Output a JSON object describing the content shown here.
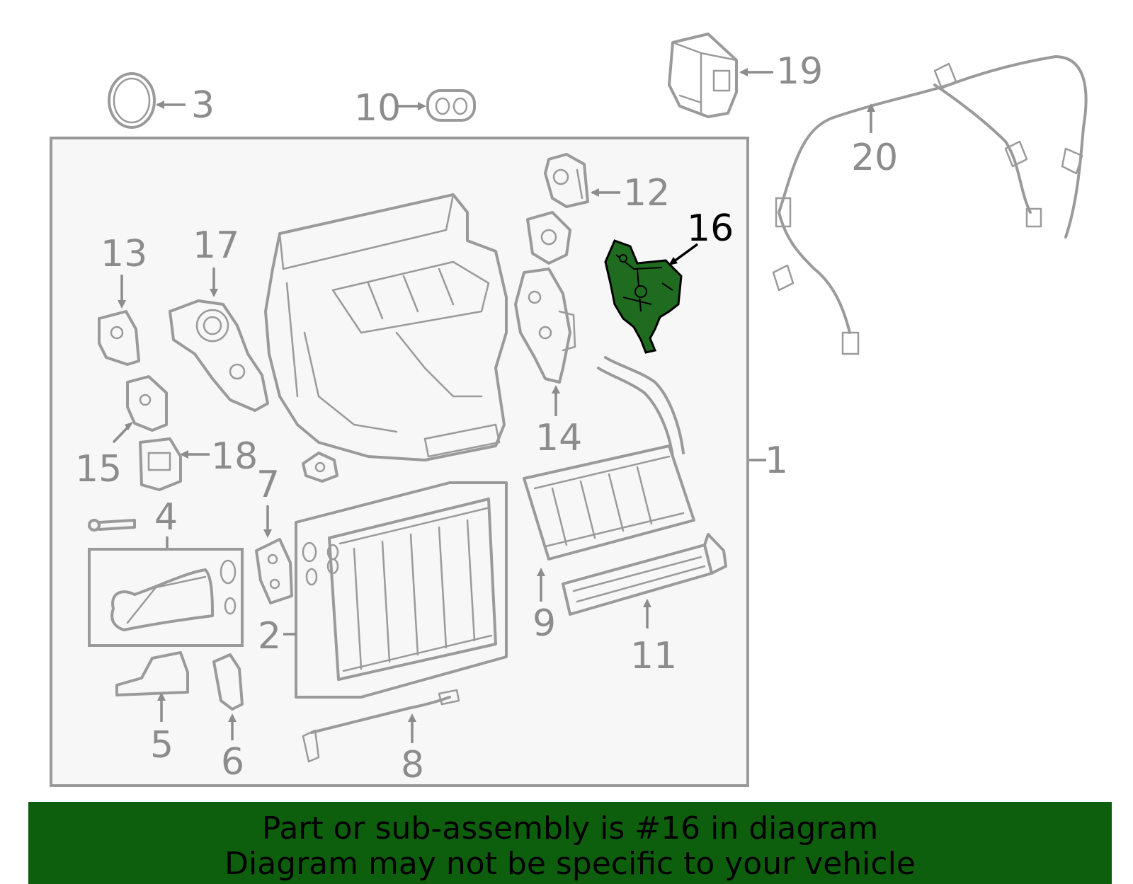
{
  "callouts": {
    "c1": "1",
    "c2": "2",
    "c3": "3",
    "c4": "4",
    "c5": "5",
    "c6": "6",
    "c7": "7",
    "c8": "8",
    "c9": "9",
    "c10": "10",
    "c11": "11",
    "c12": "12",
    "c13": "13",
    "c14": "14",
    "c15": "15",
    "c16": "16",
    "c17": "17",
    "c18": "18",
    "c19": "19",
    "c20": "20"
  },
  "highlighted_part": "16",
  "colors": {
    "highlight": "#1f6b1f",
    "banner": "#0d5f0d",
    "line": "#9a9a9a",
    "panel": "#f7f7f7"
  },
  "banner": {
    "line1": "Part or sub-assembly is #16 in diagram",
    "line2": "Diagram may not be specific to your vehicle"
  }
}
